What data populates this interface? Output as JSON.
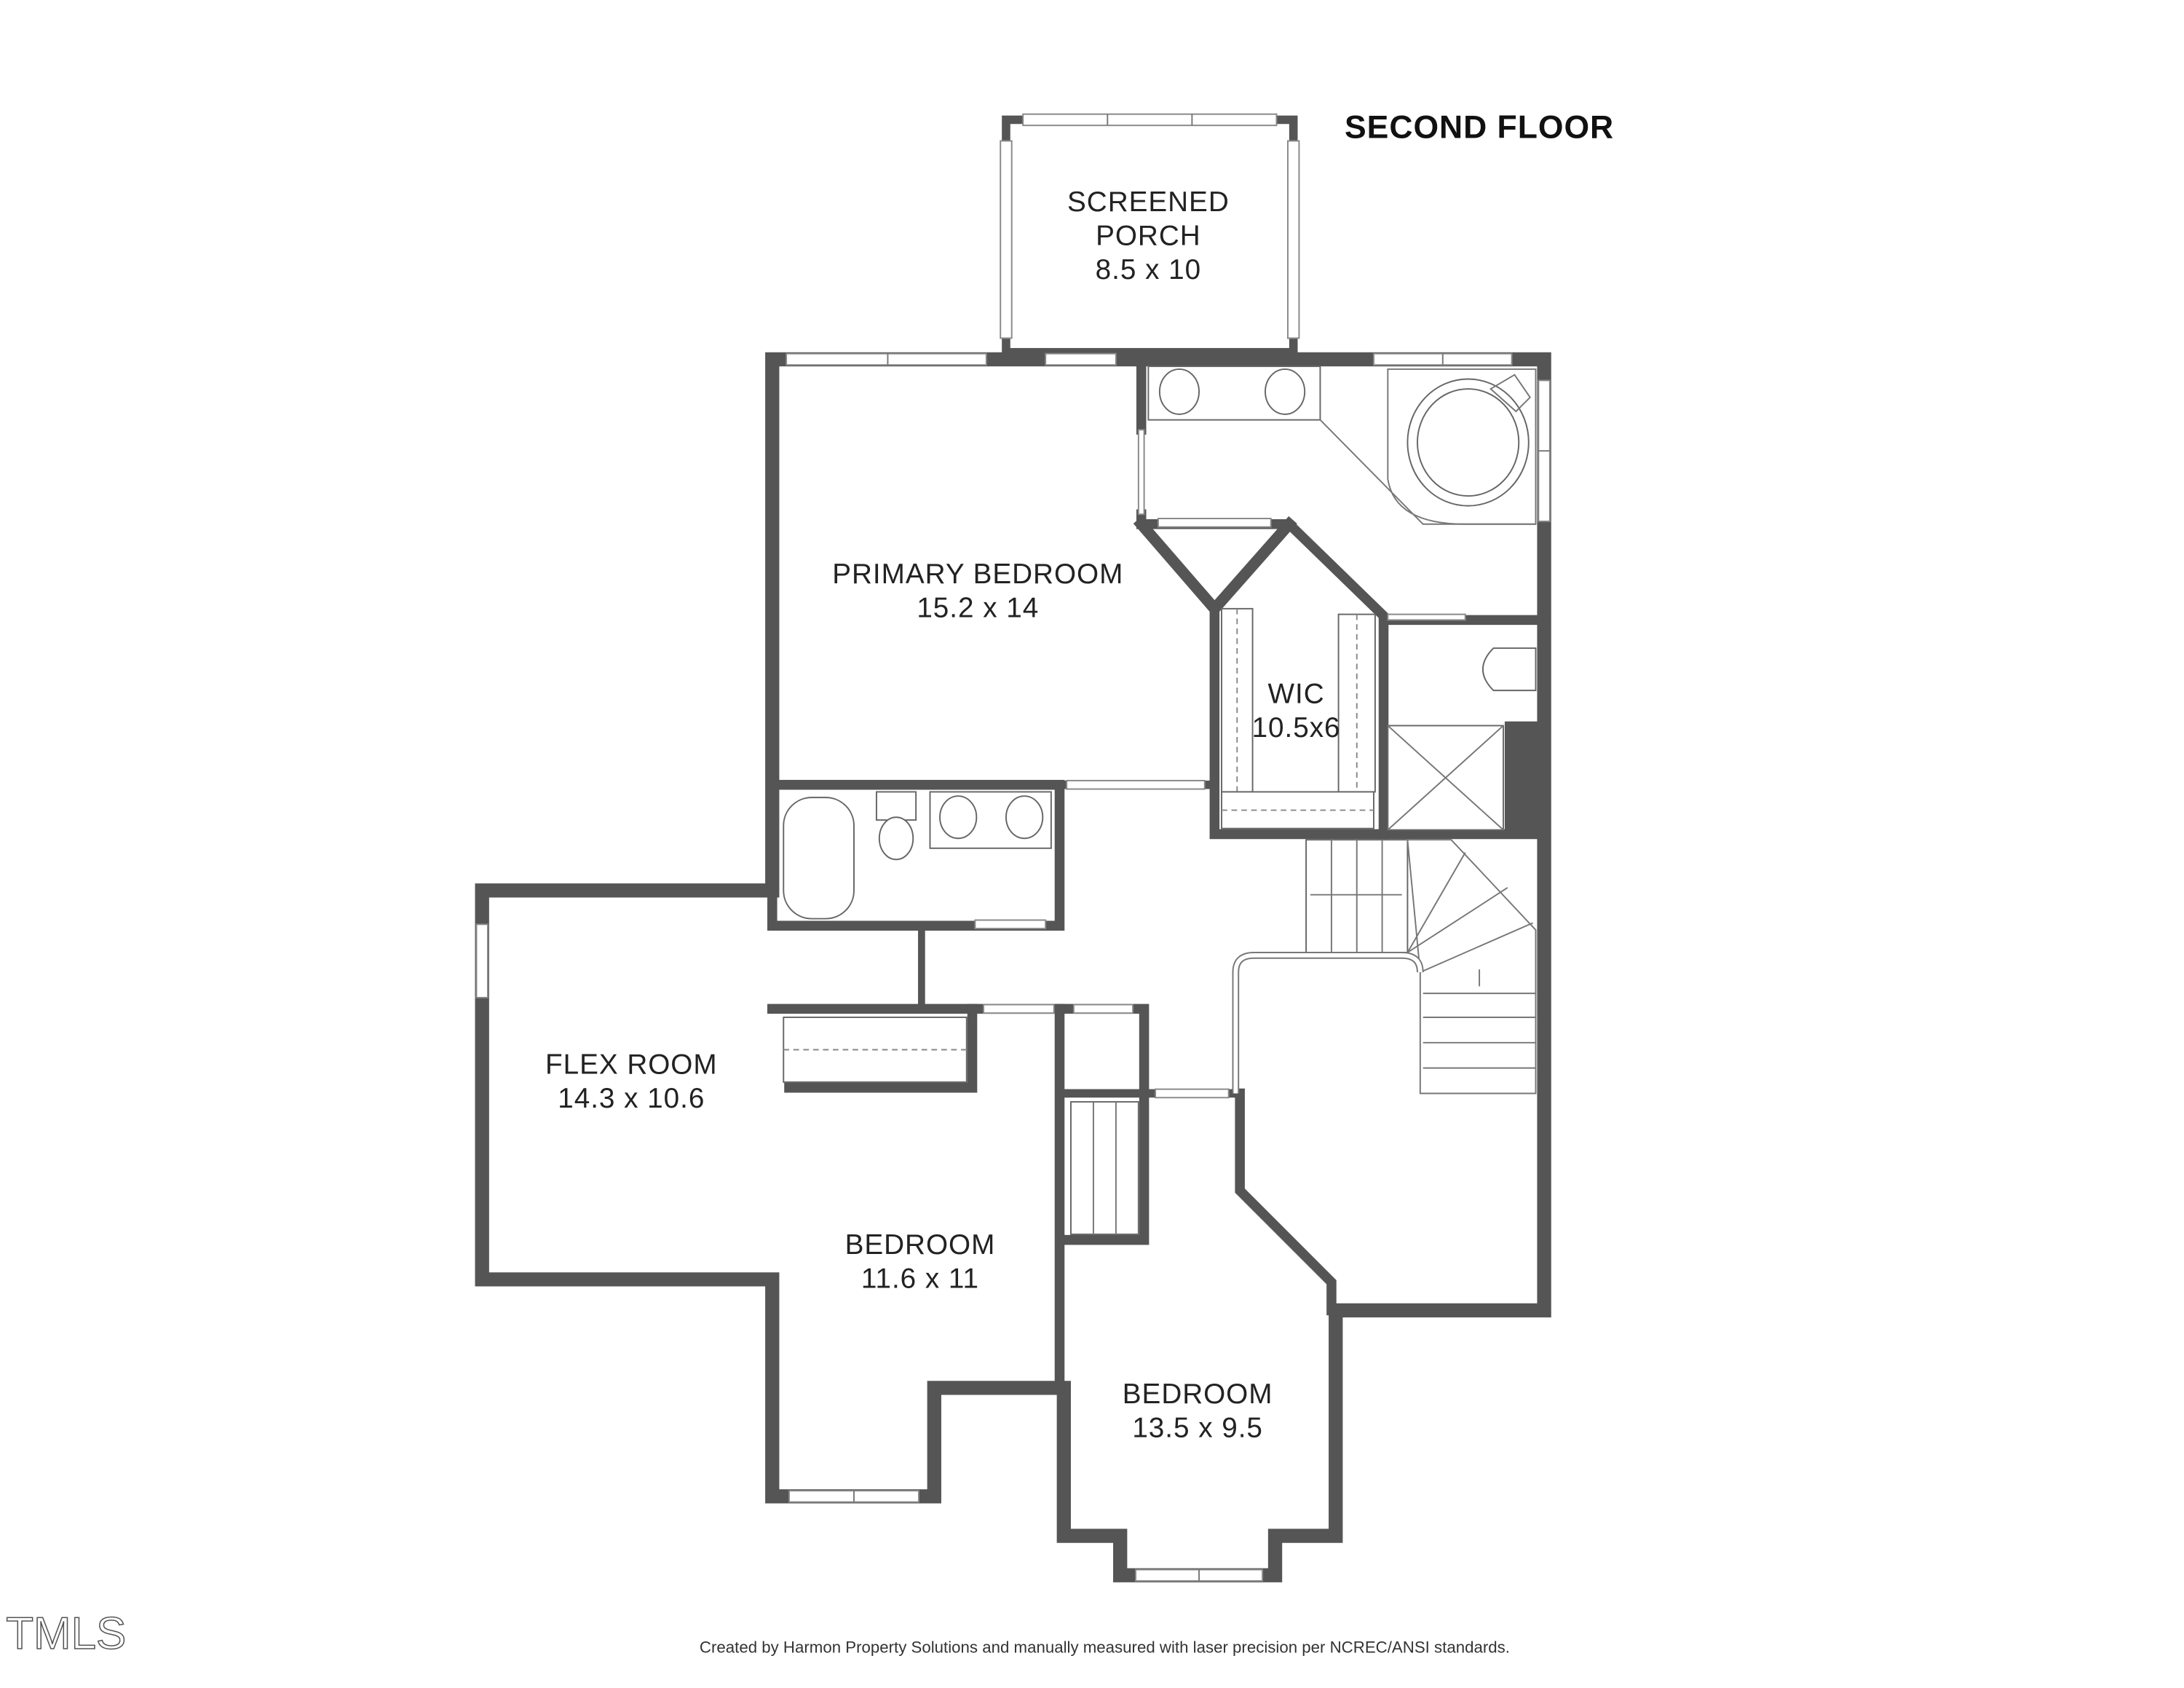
{
  "title": "SECOND FLOOR",
  "rooms": {
    "porch": {
      "name_line1": "SCREENED",
      "name_line2": "PORCH",
      "size": "8.5 x 10"
    },
    "primary": {
      "name": "PRIMARY BEDROOM",
      "size": "15.2 x 14"
    },
    "wic": {
      "name": "WIC",
      "size": "10.5x6"
    },
    "flex": {
      "name": "FLEX ROOM",
      "size": "14.3 x 10.6"
    },
    "bedroom1": {
      "name": "BEDROOM",
      "size": "11.6 x 11"
    },
    "bedroom2": {
      "name": "BEDROOM",
      "size": "13.5 x 9.5"
    }
  },
  "credit": "Created by Harmon Property Solutions and manually measured with laser precision per NCREC/ANSI standards.",
  "watermark": "TMLS",
  "colors": {
    "wall": "#555555",
    "background": "#ffffff"
  }
}
